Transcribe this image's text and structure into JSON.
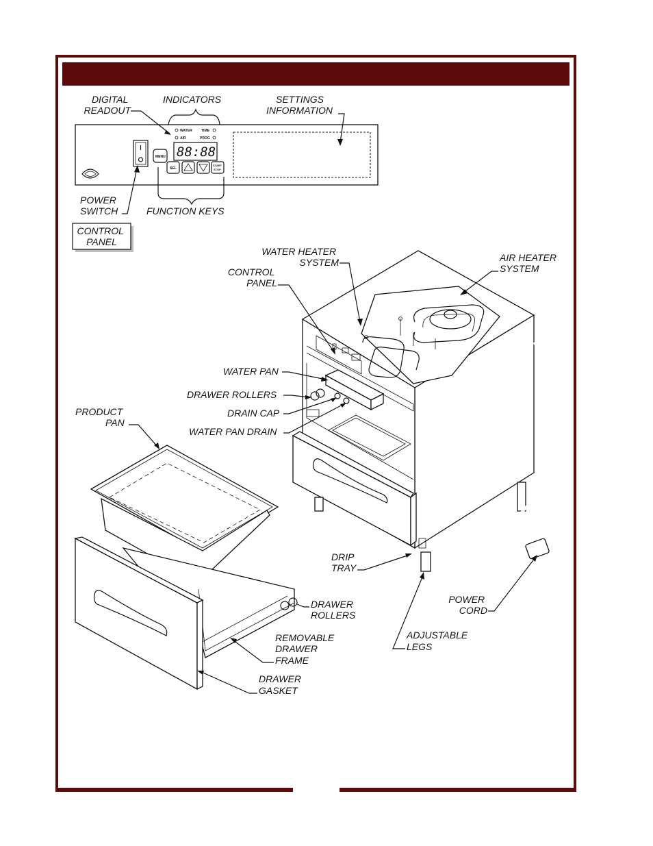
{
  "colors": {
    "frame": "#5c0a0a",
    "banner": "#5c0a0a",
    "line": "#111111"
  },
  "control_panel": {
    "readout": "88:88",
    "indicators": [
      "WATER",
      "AIR",
      "TIME",
      "PROG"
    ],
    "keys": {
      "menu": "MENU",
      "sel": "SEL",
      "start_line1": "START",
      "start_line2": "STOP"
    }
  },
  "labels": {
    "digital_readout": [
      "DIGITAL",
      "READOUT"
    ],
    "indicators": [
      "INDICATORS"
    ],
    "settings_information": [
      "SETTINGS",
      "INFORMATION"
    ],
    "power_switch": [
      "POWER",
      "SWITCH"
    ],
    "function_keys": [
      "FUNCTION KEYS"
    ],
    "control_panel_box": [
      "CONTROL",
      "PANEL"
    ],
    "water_heater_system": [
      "WATER HEATER",
      "SYSTEM"
    ],
    "air_heater_system": [
      "AIR HEATER",
      "SYSTEM"
    ],
    "control_panel": [
      "CONTROL",
      "PANEL"
    ],
    "water_pan": [
      "WATER PAN"
    ],
    "drawer_rollers_top": [
      "DRAWER ROLLERS"
    ],
    "drain_cap": [
      "DRAIN CAP"
    ],
    "water_pan_drain": [
      "WATER PAN DRAIN"
    ],
    "product_pan": [
      "PRODUCT",
      "PAN"
    ],
    "drip_tray": [
      "DRIP",
      "TRAY"
    ],
    "power_cord": [
      "POWER",
      "CORD"
    ],
    "drawer_rollers_bottom": [
      "DRAWER",
      "ROLLERS"
    ],
    "removable_drawer_frame": [
      "REMOVABLE",
      "DRAWER",
      "FRAME"
    ],
    "adjustable_legs": [
      "ADJUSTABLE",
      "LEGS"
    ],
    "drawer_gasket": [
      "DRAWER",
      "GASKET"
    ]
  }
}
